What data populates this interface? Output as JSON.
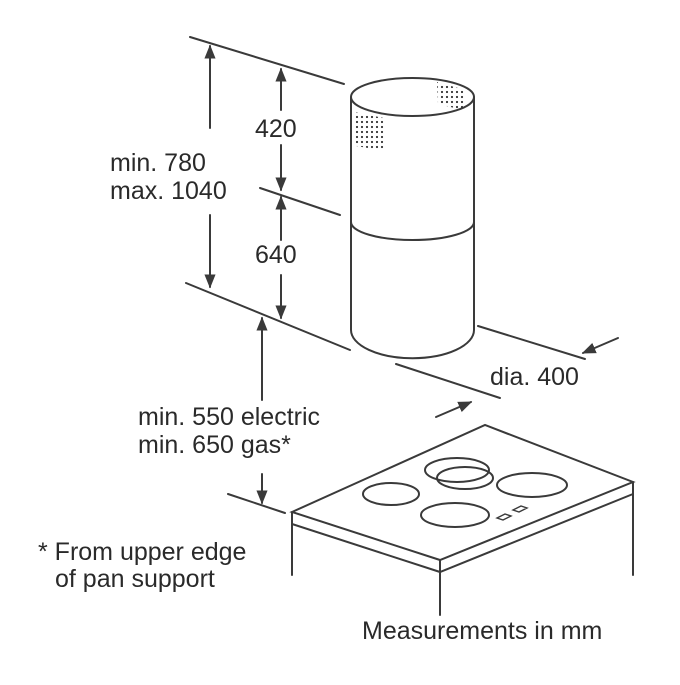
{
  "diagram": {
    "type": "installation dimension drawing",
    "subject": "cylindrical island cooker hood above hob",
    "colors": {
      "line": "#3a3a3a",
      "text": "#2a2a2a",
      "background": "#ffffff"
    },
    "labels": {
      "upper_chimney": "420",
      "lower_chimney": "640",
      "total_height_min": "min. 780",
      "total_height_max": "max. 1040",
      "diameter": "dia. 400",
      "clearance_electric": "min. 550 electric",
      "clearance_gas": "min. 650 gas*",
      "footnote_line1": "* From upper edge",
      "footnote_line2": "of pan support",
      "units_note": "Measurements in mm"
    },
    "components": [
      {
        "name": "hood-chimney",
        "shape": "cylinder",
        "sections": 2,
        "vent_grilles": 2
      },
      {
        "name": "hob",
        "burners": 5,
        "controls": 2
      }
    ]
  }
}
